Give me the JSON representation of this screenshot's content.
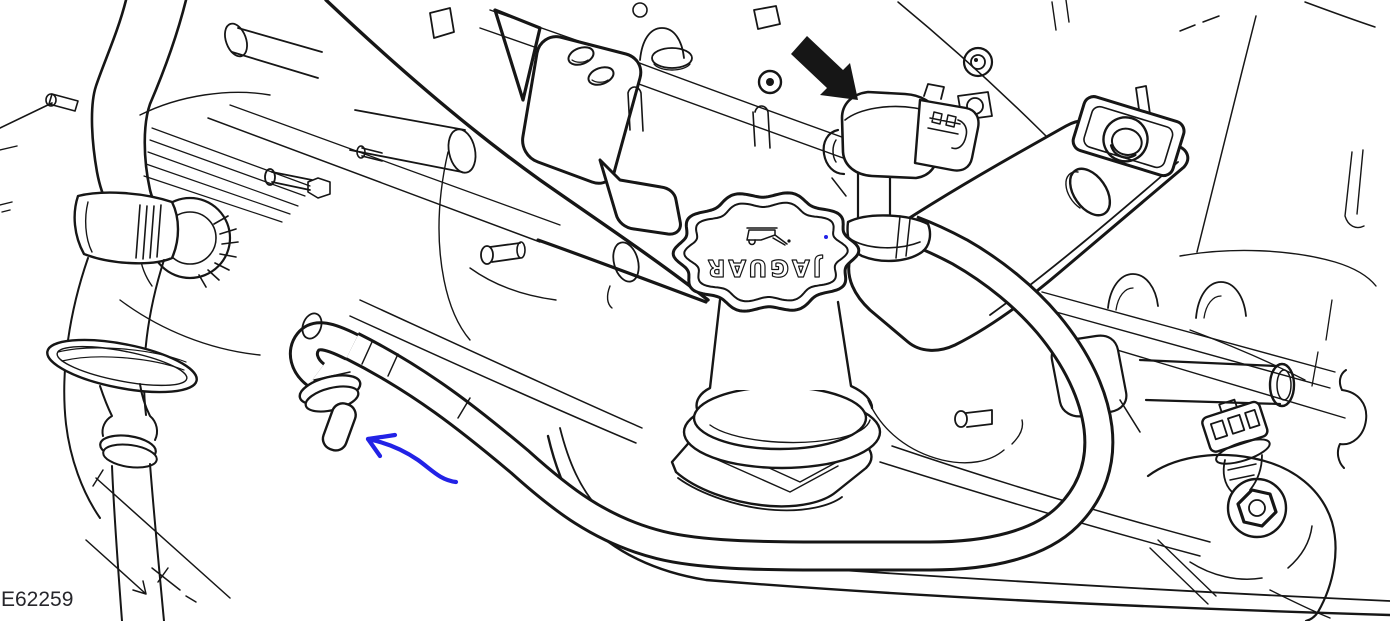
{
  "figure": {
    "code": "E62259"
  },
  "cap": {
    "logo_text": "JAGUAR"
  },
  "annotations": {
    "callout_arrow": {
      "type": "solid-arrow",
      "color": "#161616"
    },
    "hand_drawn_arrow": {
      "type": "freehand-arrow",
      "color": "#2222e6"
    },
    "stray_mark": {
      "type": "dot",
      "color": "#2222e6"
    }
  },
  "colors": {
    "background": "#ffffff",
    "line_art": "#161616",
    "annotation_blue": "#2222e6",
    "figure_code_text": "#26262b"
  }
}
